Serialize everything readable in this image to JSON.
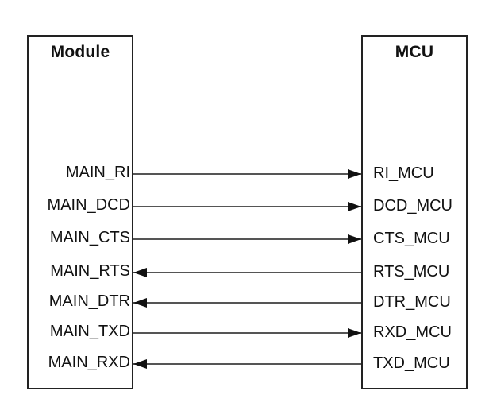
{
  "diagram": {
    "left_box": {
      "title": "Module"
    },
    "right_box": {
      "title": "MCU"
    },
    "connections": [
      {
        "left": "MAIN_RI",
        "right": "RI_MCU",
        "direction": "right"
      },
      {
        "left": "MAIN_DCD",
        "right": "DCD_MCU",
        "direction": "right"
      },
      {
        "left": "MAIN_CTS",
        "right": "CTS_MCU",
        "direction": "right"
      },
      {
        "left": "MAIN_RTS",
        "right": "RTS_MCU",
        "direction": "left"
      },
      {
        "left": "MAIN_DTR",
        "right": "DTR_MCU",
        "direction": "left"
      },
      {
        "left": "MAIN_TXD",
        "right": "RXD_MCU",
        "direction": "right"
      },
      {
        "left": "MAIN_RXD",
        "right": "TXD_MCU",
        "direction": "left"
      }
    ],
    "icons": {
      "arrow": "filled-triangle-arrowhead"
    },
    "colors": {
      "background": "#ffffff",
      "box_border": "#222222",
      "wire": "#555555",
      "arrow": "#111111",
      "text": "#111111"
    }
  }
}
